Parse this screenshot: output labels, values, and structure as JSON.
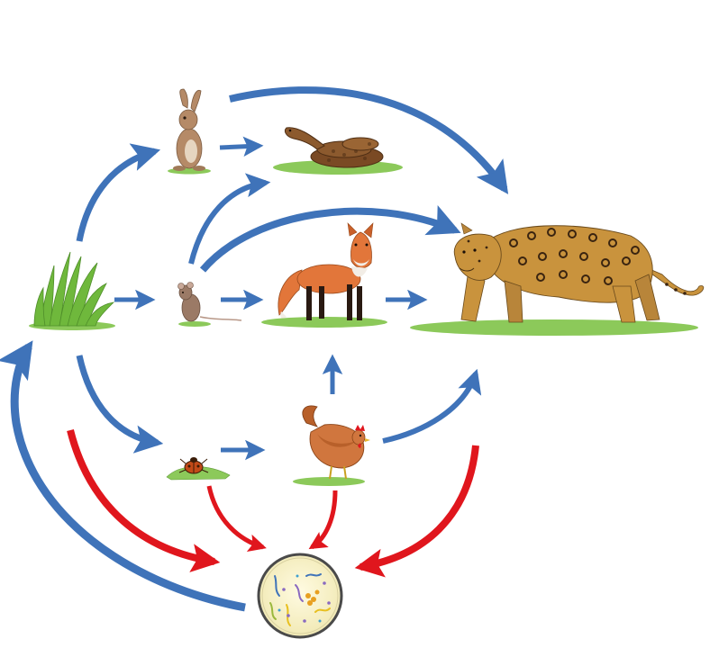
{
  "diagram": {
    "type": "food-web",
    "nodes": [
      {
        "id": "grass",
        "icon": "grass-icon"
      },
      {
        "id": "rabbit",
        "icon": "rabbit-icon"
      },
      {
        "id": "snake",
        "icon": "snake-icon"
      },
      {
        "id": "mouse",
        "icon": "mouse-icon"
      },
      {
        "id": "fox",
        "icon": "fox-icon"
      },
      {
        "id": "leopard",
        "icon": "leopard-icon"
      },
      {
        "id": "beetle",
        "icon": "beetle-icon"
      },
      {
        "id": "hen",
        "icon": "hen-icon"
      },
      {
        "id": "decomposers",
        "icon": "microbes-icon"
      }
    ],
    "edges": [
      {
        "from": "grass",
        "to": "rabbit",
        "kind": "energy"
      },
      {
        "from": "grass",
        "to": "mouse",
        "kind": "energy"
      },
      {
        "from": "grass",
        "to": "beetle",
        "kind": "energy"
      },
      {
        "from": "rabbit",
        "to": "snake",
        "kind": "energy"
      },
      {
        "from": "rabbit",
        "to": "leopard",
        "kind": "energy"
      },
      {
        "from": "mouse",
        "to": "snake",
        "kind": "energy"
      },
      {
        "from": "mouse",
        "to": "fox",
        "kind": "energy"
      },
      {
        "from": "mouse",
        "to": "leopard",
        "kind": "energy"
      },
      {
        "from": "fox",
        "to": "leopard",
        "kind": "energy"
      },
      {
        "from": "beetle",
        "to": "hen",
        "kind": "energy"
      },
      {
        "from": "hen",
        "to": "fox",
        "kind": "energy"
      },
      {
        "from": "hen",
        "to": "leopard",
        "kind": "energy"
      },
      {
        "from": "grass",
        "to": "decomposers",
        "kind": "decomposition"
      },
      {
        "from": "beetle",
        "to": "decomposers",
        "kind": "decomposition"
      },
      {
        "from": "hen",
        "to": "decomposers",
        "kind": "decomposition"
      },
      {
        "from": "leopard",
        "to": "decomposers",
        "kind": "decomposition"
      },
      {
        "from": "decomposers",
        "to": "grass",
        "kind": "nutrient-return"
      }
    ],
    "colors": {
      "energy_arrow": "#3f73b9",
      "decomposition_arrow": "#e0161d",
      "grass": "#6fb83c",
      "fox": "#e2763a",
      "leopard": "#c9933d",
      "hen": "#d0763e",
      "snake": "#7a4a24",
      "rabbit": "#b58a67",
      "mouse": "#9b7a66",
      "beetle": "#c24a18",
      "microbe_dish": "#fbf6cf"
    }
  }
}
